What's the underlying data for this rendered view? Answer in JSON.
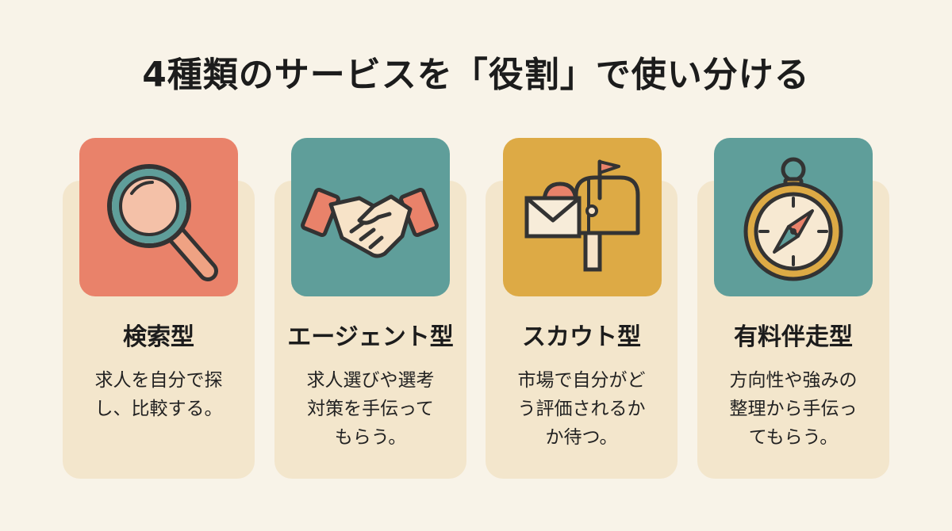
{
  "title": "4種類のサービスを「役割」で使い分ける",
  "colors": {
    "background": "#f8f3e8",
    "card": "#f3e6cc",
    "search_tile": "#e9826a",
    "agent_tile": "#5f9e9a",
    "scout_tile": "#ddaa45",
    "paid_tile": "#5f9e9a"
  },
  "cards": [
    {
      "icon": "magnifier-icon",
      "name": "検索型",
      "lines": [
        "求人を自分で探",
        "し、比較する。"
      ]
    },
    {
      "icon": "handshake-icon",
      "name": "エージェント型",
      "lines": [
        "求人選びや選考",
        "対策を手伝って",
        "もらう。"
      ]
    },
    {
      "icon": "mailbox-icon",
      "name": "スカウト型",
      "lines": [
        "市場で自分がど",
        "う評価されるか",
        "か待つ。"
      ]
    },
    {
      "icon": "compass-icon",
      "name": "有料伴走型",
      "lines": [
        "方向性や強みの",
        "整理から手伝っ",
        "てもらう。"
      ]
    }
  ]
}
